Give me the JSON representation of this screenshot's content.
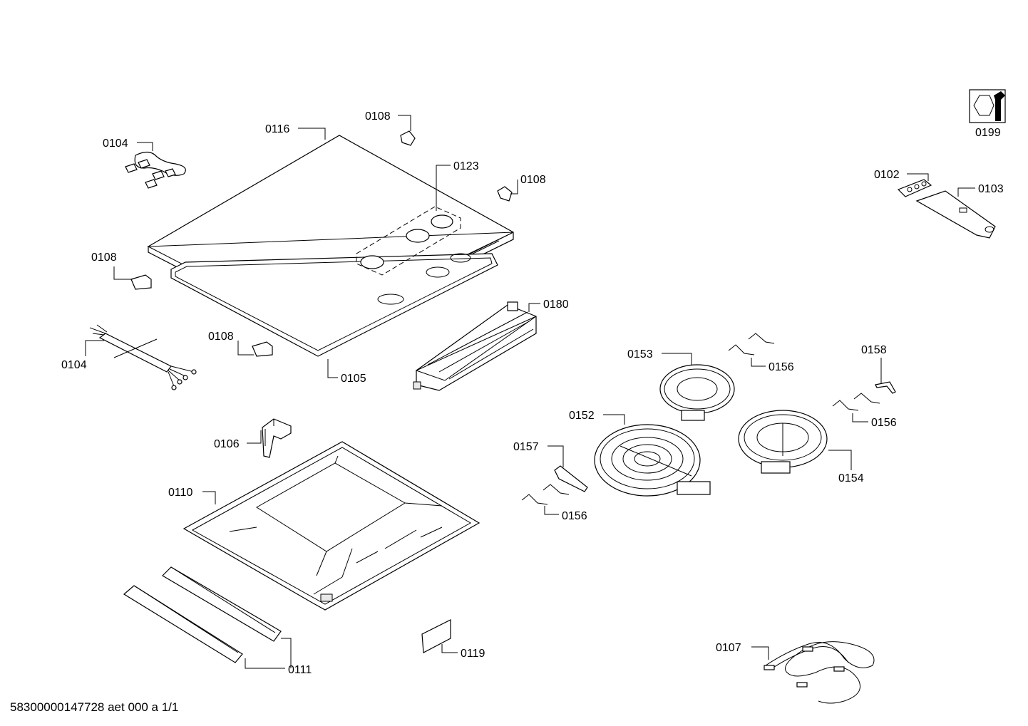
{
  "labels": {
    "p0116": "0116",
    "p0108_a": "0108",
    "p0104_a": "0104",
    "p0123": "0123",
    "p0108_b": "0108",
    "p0108_c": "0108",
    "p0108_d": "0108",
    "p0104_b": "0104",
    "p0105": "0105",
    "p0180": "0180",
    "p0106": "0106",
    "p0110": "0110",
    "p0111": "0111",
    "p0119": "0119",
    "p0153": "0153",
    "p0152": "0152",
    "p0157": "0157",
    "p0156_a": "0156",
    "p0156_b": "0156",
    "p0156_c": "0156",
    "p0158": "0158",
    "p0154": "0154",
    "p0199": "0199",
    "p0102": "0102",
    "p0103": "0103",
    "p0107": "0107"
  },
  "footer": "58300000147728 aet 000 a 1/1"
}
